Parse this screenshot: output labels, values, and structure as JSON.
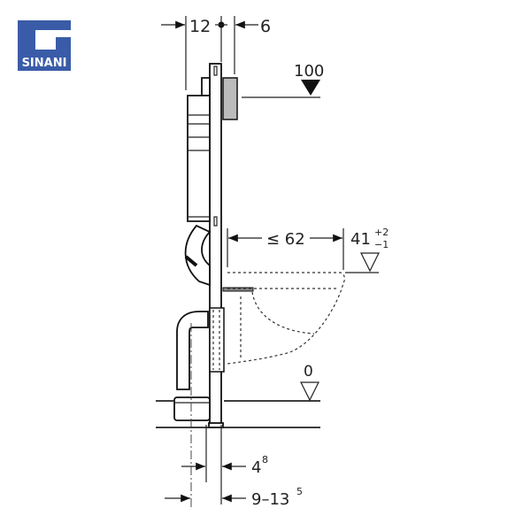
{
  "logo": {
    "text": "SINANI",
    "color": "#3a5ca8"
  },
  "dimensions": {
    "top_left": "12",
    "top_right": "6",
    "flush_height": "100",
    "projection": "≤ 62",
    "seat_height": "41",
    "seat_tol_plus": "+2",
    "seat_tol_minus": "−1",
    "floor_level": "0",
    "bottom_1": "4",
    "bottom_1_sup": "8",
    "bottom_2": "9–13",
    "bottom_2_sup": "5"
  }
}
